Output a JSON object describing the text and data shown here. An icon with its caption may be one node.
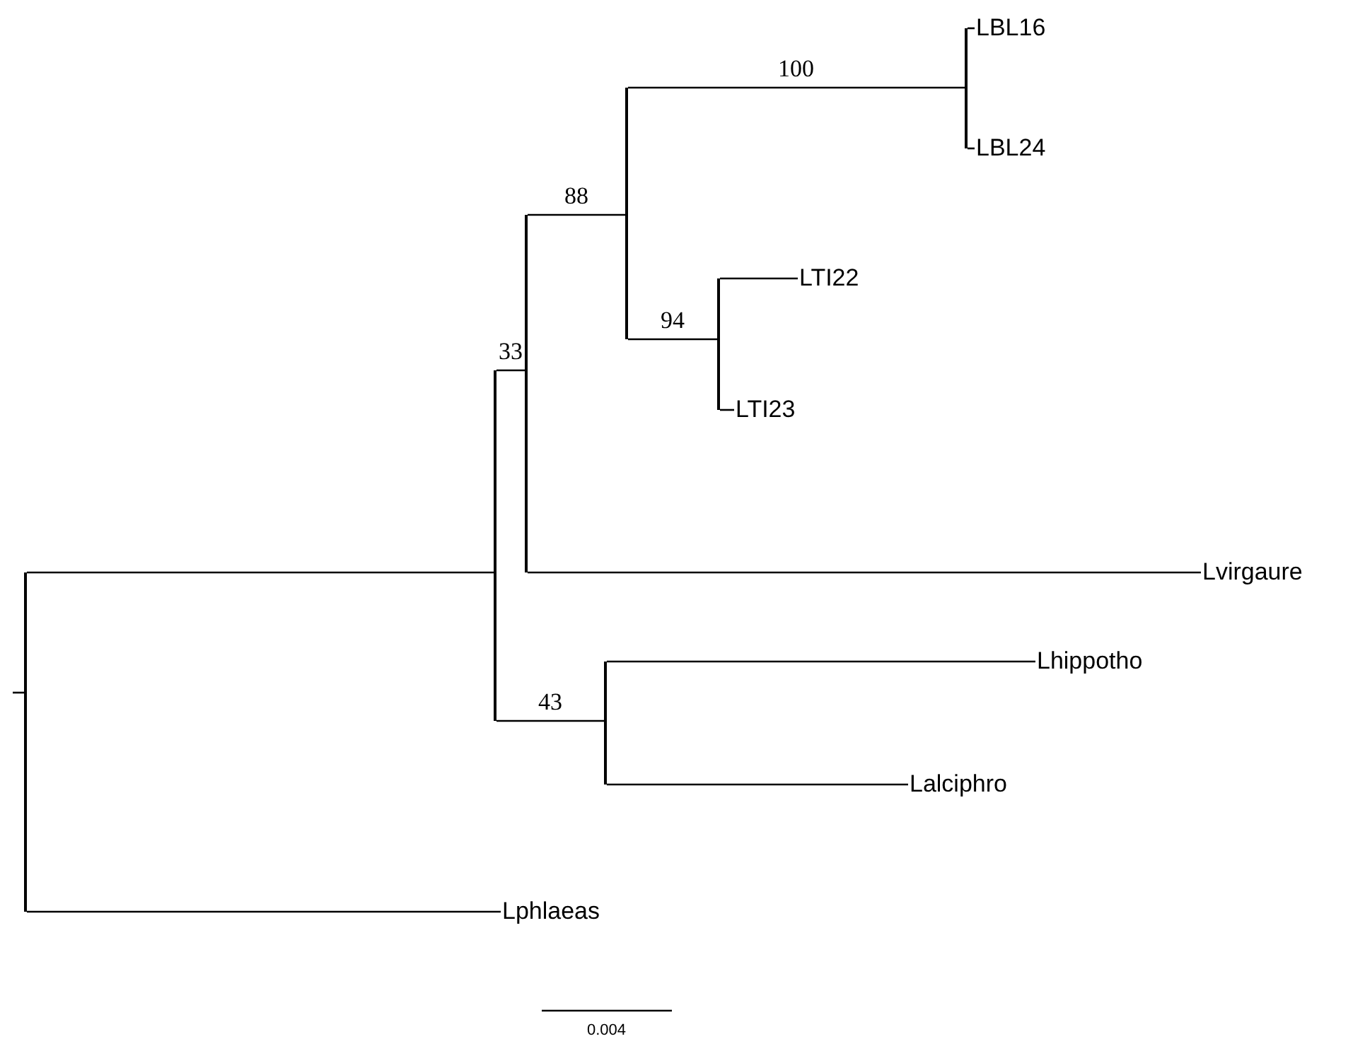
{
  "diagram": {
    "nodes": [
      {
        "text": [],
        "shape": "bar"
      },
      {
        "text": [],
        "shape": "bar"
      },
      {
        "text": [],
        "shape": "bar"
      },
      {
        "text": [],
        "shape": "bar"
      },
      {
        "text": [],
        "shape": "bar"
      },
      {
        "text": [],
        "shape": "bar"
      },
      {
        "text": [],
        "shape": "bar"
      },
      {
        "text": [
          "LBL16"
        ]
      },
      {
        "text": [
          "LBL24"
        ]
      },
      {
        "text": [
          "LTI22"
        ]
      },
      {
        "text": [
          "LTI23"
        ]
      },
      {
        "text": [
          "Lvirgaure"
        ]
      },
      {
        "text": [
          "Lhippotho"
        ]
      },
      {
        "text": [
          "Lalciphro"
        ]
      },
      {
        "text": [
          "Lphlaeas"
        ]
      }
    ],
    "edges": [
      {
        "from": 0,
        "to": 1,
        "arrow": "none"
      },
      {
        "from": 0,
        "to": 14,
        "arrow": "none"
      },
      {
        "from": 1,
        "to": 2,
        "arrow": "none",
        "label": "33"
      },
      {
        "from": 1,
        "to": 6,
        "arrow": "none",
        "label": "43"
      },
      {
        "from": 2,
        "to": 3,
        "arrow": "none",
        "label": "88"
      },
      {
        "from": 2,
        "to": 11,
        "arrow": "none"
      },
      {
        "from": 3,
        "to": 4,
        "arrow": "none",
        "label": "100"
      },
      {
        "from": 3,
        "to": 5,
        "arrow": "none",
        "label": "94"
      },
      {
        "from": 4,
        "to": 7,
        "arrow": "none"
      },
      {
        "from": 4,
        "to": 8,
        "arrow": "none"
      },
      {
        "from": 5,
        "to": 9,
        "arrow": "none"
      },
      {
        "from": 5,
        "to": 10,
        "arrow": "none"
      },
      {
        "from": 6,
        "to": 12,
        "arrow": "none"
      },
      {
        "from": 6,
        "to": 13,
        "arrow": "none"
      }
    ],
    "labels": [
      "0.004"
    ]
  }
}
